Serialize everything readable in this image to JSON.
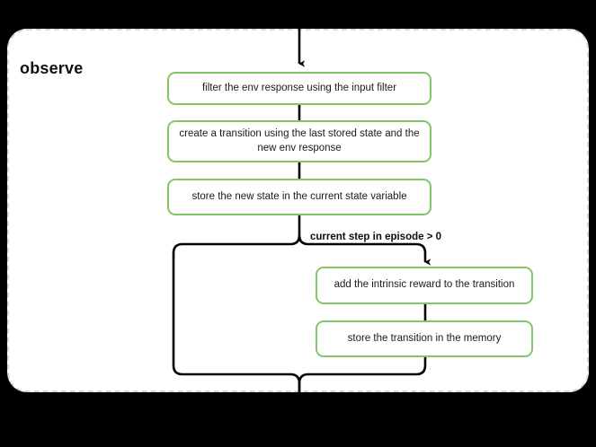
{
  "diagram": {
    "type": "flowchart",
    "orientation": "top-to-bottom",
    "subgraph": {
      "title": "observe",
      "border_style": "dashed",
      "border_color": "#d8d8d8",
      "background": "#ffffff"
    },
    "node_style": {
      "border_color": "#85c56a",
      "fill": "#ffffff",
      "text_color": "#1a1a1a",
      "shape": "rounded-rectangle"
    },
    "edge_color": "#000000",
    "canvas_background": "#000000"
  },
  "nodes": [
    {
      "id": "filter-env-response",
      "label": "filter the env response using the input filter"
    },
    {
      "id": "create-transition",
      "label": "create a transition using the last stored state and the new env response"
    },
    {
      "id": "store-new-state",
      "label": "store the new state in the current state variable"
    },
    {
      "id": "add-intrinsic-reward",
      "label": "add the intrinsic reward to the transition"
    },
    {
      "id": "store-transition-memory",
      "label": "store the transition in the memory"
    }
  ],
  "edges": [
    {
      "from": "external-input",
      "to": "filter-env-response",
      "label": "",
      "arrow": true
    },
    {
      "from": "filter-env-response",
      "to": "create-transition",
      "label": "",
      "arrow": false
    },
    {
      "from": "create-transition",
      "to": "store-new-state",
      "label": "",
      "arrow": false
    },
    {
      "from": "store-new-state",
      "to": "branch-split",
      "label": "",
      "arrow": false
    },
    {
      "from": "branch-split",
      "to": "add-intrinsic-reward",
      "label": "current step in episode > 0",
      "arrow": true
    },
    {
      "from": "add-intrinsic-reward",
      "to": "store-transition-memory",
      "label": "",
      "arrow": false
    },
    {
      "from": "branch-split",
      "to": "branch-merge",
      "label": "",
      "arrow": false
    },
    {
      "from": "store-transition-memory",
      "to": "branch-merge",
      "label": "",
      "arrow": false
    },
    {
      "from": "branch-merge",
      "to": "external-output",
      "label": "",
      "arrow": false
    }
  ],
  "labels": {
    "condition": "current step in episode > 0"
  }
}
